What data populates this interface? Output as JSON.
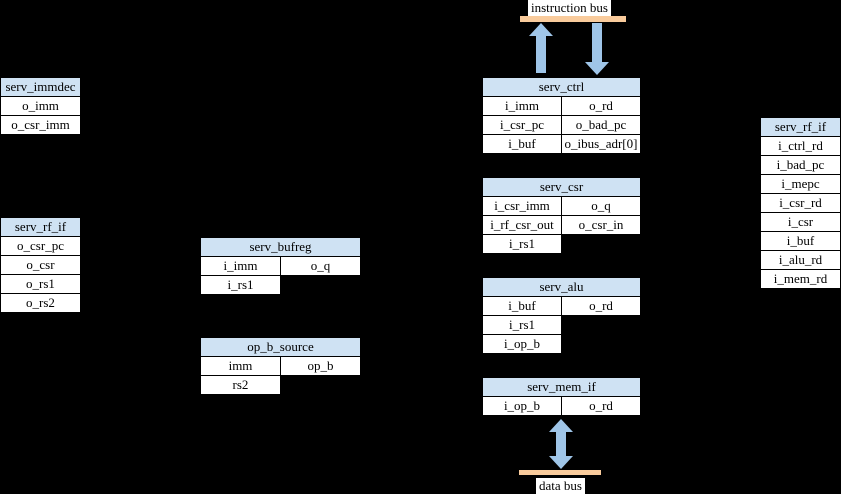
{
  "colors": {
    "canvas_bg": "#000000",
    "header_bg": "#cfe2f3",
    "cell_bg": "#ffffff",
    "cell_border": "#000000",
    "bus_bar": "#f9cb9c",
    "arrow": "#9fc5e8"
  },
  "buses": {
    "instruction_label": "instruction bus",
    "data_label": "data bus"
  },
  "blocks": {
    "serv_immdec": {
      "title": "serv_immdec",
      "rows": [
        "o_imm",
        "o_csr_imm"
      ]
    },
    "serv_rf_if_left": {
      "title": "serv_rf_if",
      "rows": [
        "o_csr_pc",
        "o_csr",
        "o_rs1",
        "o_rs2"
      ]
    },
    "serv_bufreg": {
      "title": "serv_bufreg",
      "rows": [
        [
          "i_imm",
          "o_q"
        ],
        [
          "i_rs1"
        ]
      ]
    },
    "op_b_source": {
      "title": "op_b_source",
      "rows": [
        [
          "imm",
          "op_b"
        ],
        [
          "rs2"
        ]
      ]
    },
    "serv_ctrl": {
      "title": "serv_ctrl",
      "rows": [
        [
          "i_imm",
          "o_rd"
        ],
        [
          "i_csr_pc",
          "o_bad_pc"
        ],
        [
          "i_buf",
          "o_ibus_adr[0]"
        ]
      ]
    },
    "serv_csr": {
      "title": "serv_csr",
      "rows": [
        [
          "i_csr_imm",
          "o_q"
        ],
        [
          "i_rf_csr_out",
          "o_csr_in"
        ],
        [
          "i_rs1"
        ]
      ]
    },
    "serv_alu": {
      "title": "serv_alu",
      "rows": [
        [
          "i_buf",
          "o_rd"
        ],
        [
          "i_rs1"
        ],
        [
          "i_op_b"
        ]
      ]
    },
    "serv_mem_if": {
      "title": "serv_mem_if",
      "rows": [
        [
          "i_op_b",
          "o_rd"
        ]
      ]
    },
    "serv_rf_if_right": {
      "title": "serv_rf_if",
      "rows": [
        "i_ctrl_rd",
        "i_bad_pc",
        "i_mepc",
        "i_csr_rd",
        "i_csr",
        "i_buf",
        "i_alu_rd",
        "i_mem_rd"
      ]
    }
  }
}
